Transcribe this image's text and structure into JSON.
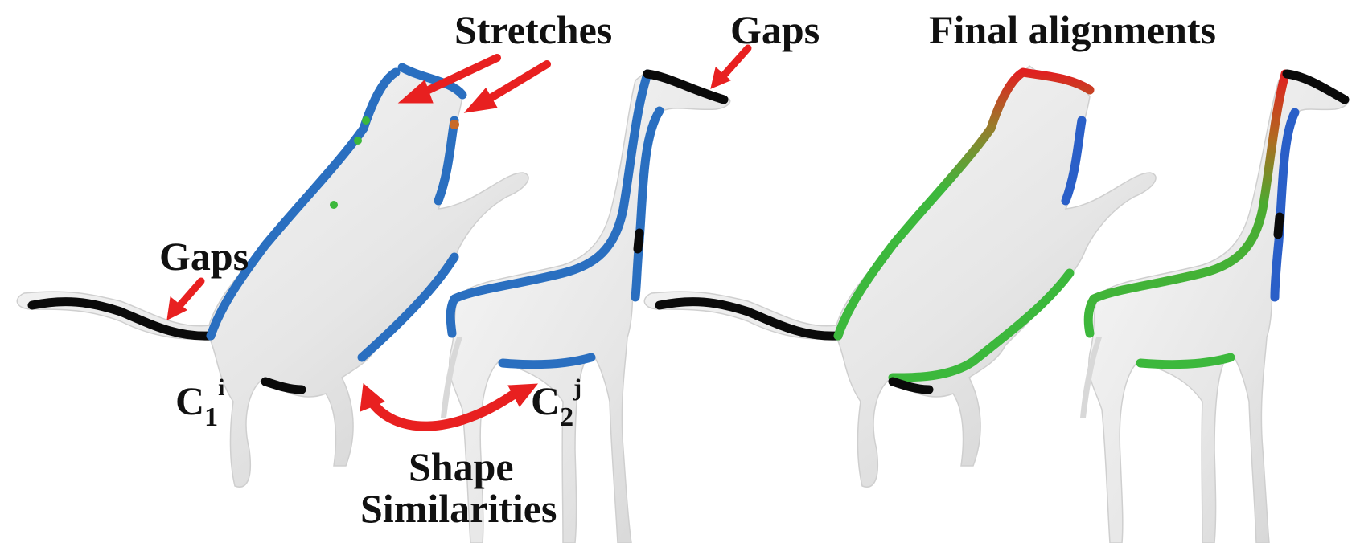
{
  "labels": {
    "stretches": "Stretches",
    "gaps_top": "Gaps",
    "gaps_left": "Gaps",
    "final_alignments": "Final alignments",
    "shape_similarities_line1": "Shape",
    "shape_similarities_line2": "Similarities",
    "c1_base": "C",
    "c1_sub": "1",
    "c1_sup": "i",
    "c2_base": "C",
    "c2_sub": "2",
    "c2_sup": "j"
  },
  "colors": {
    "annotation_arrow": "#e82020",
    "contour_matched": "#2a6fc0",
    "contour_gap": "#0a0a0a",
    "alignment_red": "#e02020",
    "alignment_green": "#3cb83c",
    "alignment_blue": "#2a5fc8",
    "model_fill": "#ededed"
  },
  "panels": {
    "left": "cat and giraffe with contours C1 and C2 before alignment",
    "right": "cat and giraffe with color-coded final alignment"
  }
}
